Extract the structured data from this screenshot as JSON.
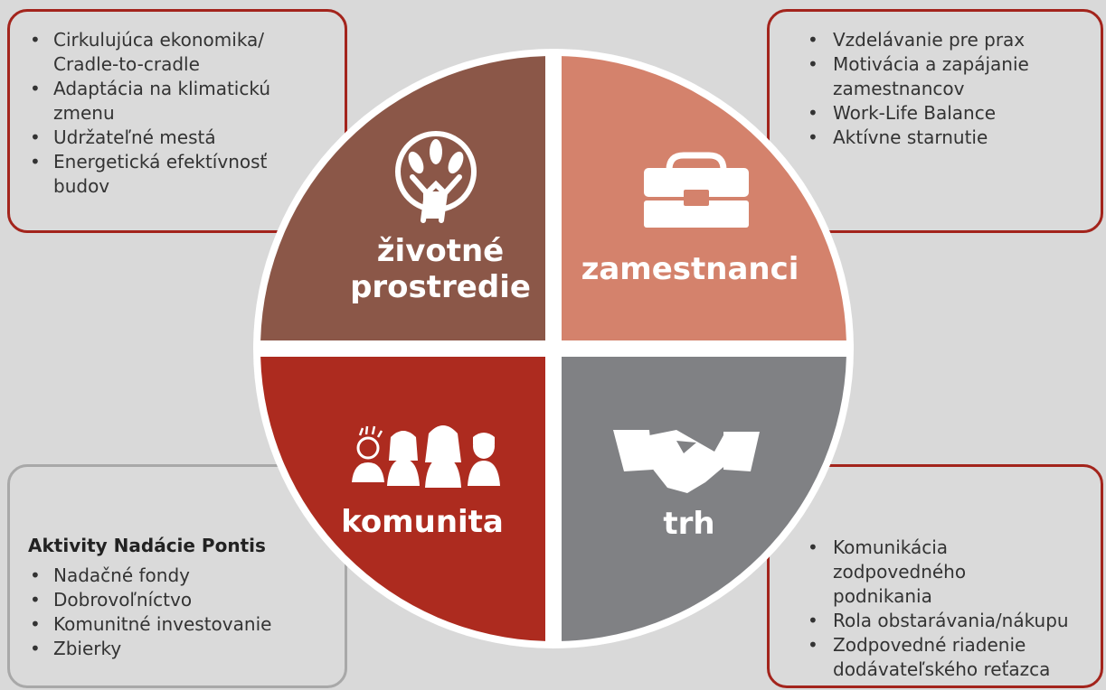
{
  "colors": {
    "background": "#d9d9d9",
    "environment": "#8b5748",
    "employees": "#d4826c",
    "community": "#ad2b1f",
    "market": "#808184",
    "box_border_red": "#a3241c",
    "box_border_gray": "#a8a8a8"
  },
  "quadrants": {
    "environment": {
      "label_line1": "životné",
      "label_line2": "prostredie",
      "icon": "tree-icon"
    },
    "employees": {
      "label": "zamestnanci",
      "icon": "briefcase-icon"
    },
    "community": {
      "label": "komunita",
      "icon": "people-icon"
    },
    "market": {
      "label": "trh",
      "icon": "handshake-icon"
    }
  },
  "boxes": {
    "top_left": {
      "items": [
        "Cirkulujúca ekonomika/ Cradle-to-cradle",
        "Adaptácia na klimatickú zmenu",
        "Udržateľné mestá",
        "Energetická efektívnosť budov"
      ]
    },
    "top_right": {
      "items": [
        "Vzdelávanie pre prax",
        "Motivácia a zapájanie zamestnancov",
        "Work-Life Balance",
        "Aktívne starnutie"
      ]
    },
    "bottom_left": {
      "heading": "Aktivity Nadácie Pontis",
      "items": [
        "Nadačné fondy",
        "Dobrovoľníctvo",
        "Komunitné investovanie",
        "Zbierky"
      ]
    },
    "bottom_right": {
      "items": [
        "Komunikácia zodpovedného podnikania",
        "Rola obstarávania/nákupu",
        "Zodpovedné riadenie dodávateľského reťazca"
      ]
    }
  }
}
